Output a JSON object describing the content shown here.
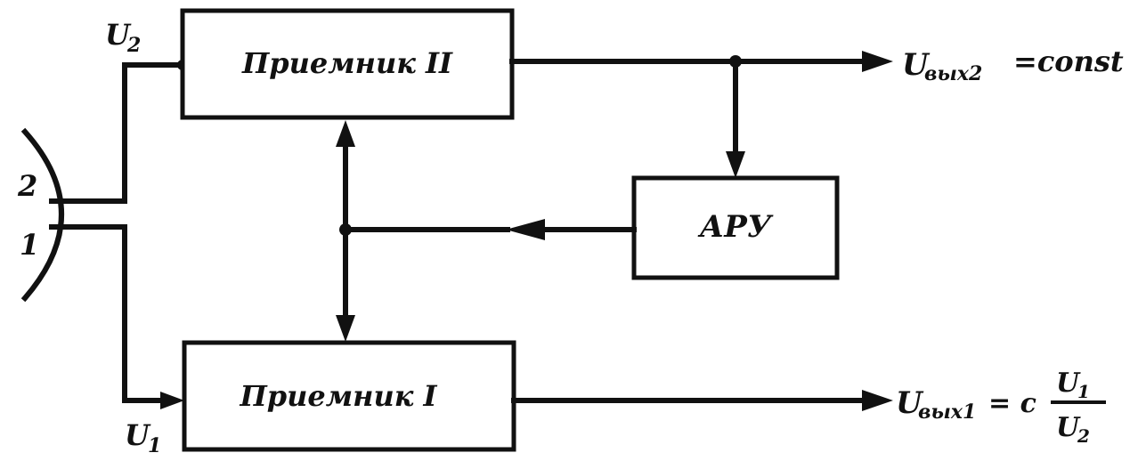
{
  "blocks": {
    "receiver_2": "Приемник II",
    "receiver_1": "Приемник I",
    "agc": "АРУ"
  },
  "antenna": {
    "feed_2": "2",
    "feed_1": "1"
  },
  "signals": {
    "u2_main": "U",
    "u2_sub": "2",
    "u1_main": "U",
    "u1_sub": "1",
    "out2_main": "U",
    "out2_sub": "вых2",
    "out2_rhs": "=const",
    "out1_main": "U",
    "out1_sub": "вых1",
    "out1_eq": "= c",
    "frac_num_main": "U",
    "frac_num_sub": "1",
    "frac_den_main": "U",
    "frac_den_sub": "2"
  }
}
